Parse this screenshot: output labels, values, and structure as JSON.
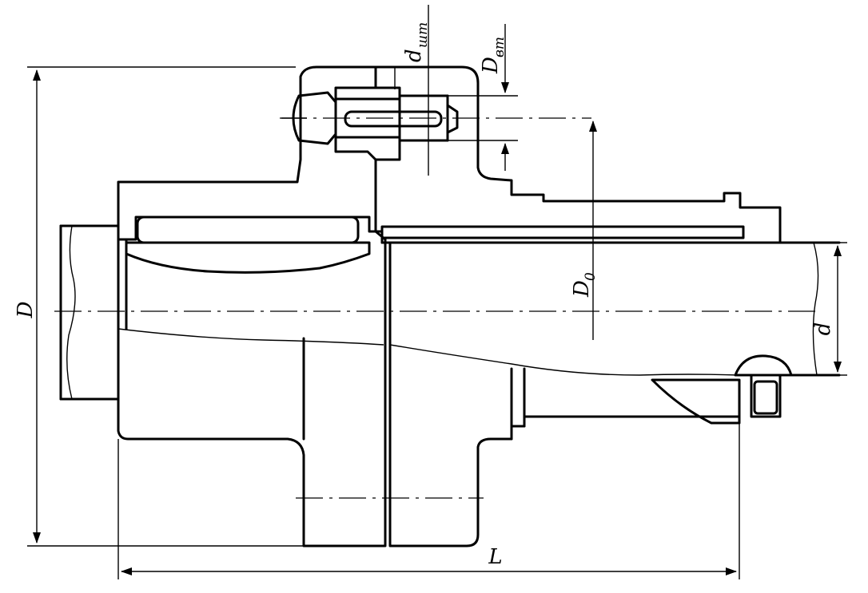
{
  "labels": {
    "D": "D",
    "L": "L",
    "D0": "D",
    "D0_sub": "0",
    "d": "d",
    "d_pin": "d",
    "d_pin_sub": "шт",
    "D_sleeve": "D",
    "D_sleeve_sub": "вт"
  },
  "colors": {
    "line": "#000000",
    "background": "#ffffff"
  }
}
